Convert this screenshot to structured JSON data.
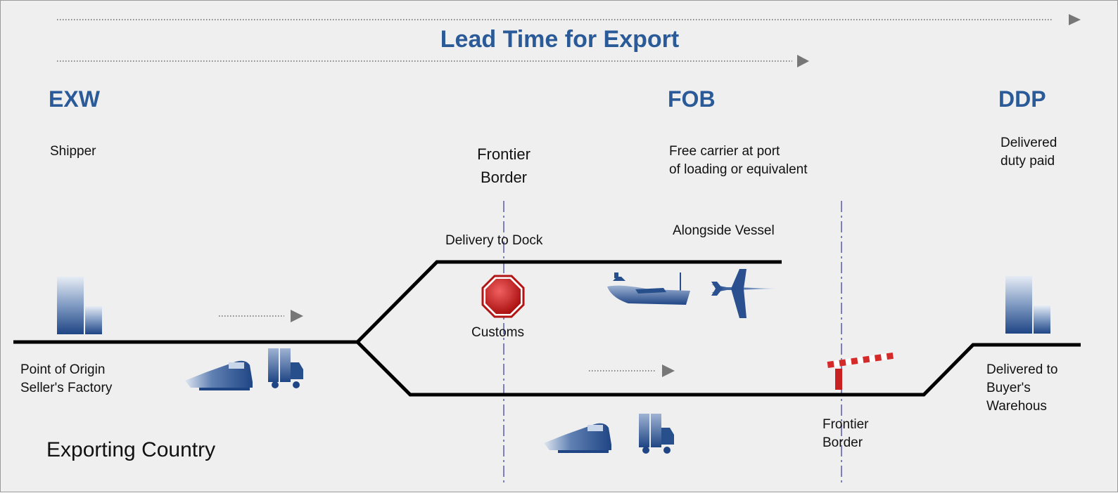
{
  "title": "Lead Time for Export",
  "terms": {
    "exw": "EXW",
    "fob": "FOB",
    "ddp": "DDP"
  },
  "descriptions": {
    "shipper": "Shipper",
    "frontier_border_top": [
      "Frontier",
      "Border"
    ],
    "free_carrier": [
      "Free carrier at port",
      "of loading or equivalent"
    ],
    "delivered_duty_paid": [
      "Delivered",
      "duty paid"
    ],
    "alongside_vessel": "Alongside Vessel",
    "delivery_to_dock": "Delivery to Dock",
    "customs": "Customs",
    "point_of_origin": [
      "Point of Origin",
      "Seller's Factory"
    ],
    "delivered_to_buyer": [
      "Delivered to",
      "Buyer's",
      "Warehous"
    ],
    "frontier_border_bottom": [
      "Frontier",
      "Border"
    ],
    "exporting_country": "Exporting Country"
  },
  "icons": [
    "building-icon",
    "train-icon",
    "truck-icon",
    "stop-sign-icon",
    "ship-icon",
    "airplane-icon",
    "border-gate-icon",
    "arrow-right-icon"
  ],
  "colors": {
    "accent_blue": "#2a5a97",
    "icon_blue": "#274f8c",
    "stop_red": "#c41a1a",
    "guide_line": "#7b7fc0",
    "route_line": "#000000",
    "background": "#efefef"
  }
}
